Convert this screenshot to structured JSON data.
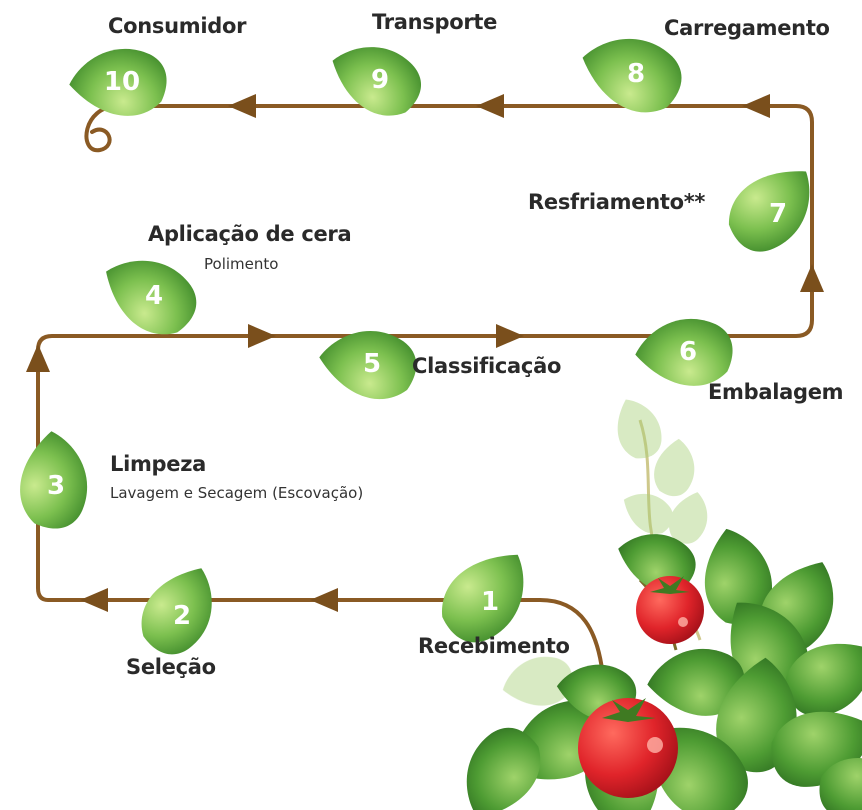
{
  "steps": [
    {
      "number": "1",
      "title": "Recebimento",
      "subtitle": ""
    },
    {
      "number": "2",
      "title": "Seleção",
      "subtitle": ""
    },
    {
      "number": "3",
      "title": "Limpeza",
      "subtitle": "Lavagem e Secagem (Escovação)"
    },
    {
      "number": "4",
      "title": "Aplicação de cera",
      "subtitle": "Polimento"
    },
    {
      "number": "5",
      "title": "Classificação",
      "subtitle": ""
    },
    {
      "number": "6",
      "title": "Embalagem",
      "subtitle": ""
    },
    {
      "number": "7",
      "title": "Resfriamento**",
      "subtitle": ""
    },
    {
      "number": "8",
      "title": "Carregamento",
      "subtitle": ""
    },
    {
      "number": "9",
      "title": "Transporte",
      "subtitle": ""
    },
    {
      "number": "10",
      "title": "Consumidor",
      "subtitle": ""
    }
  ],
  "colors": {
    "vine": "#8a5a24",
    "arrow": "#7a4f1c",
    "leaf": "#7cc04f",
    "leaf_dark": "#4f9a32",
    "tomato": "#e0242a",
    "label_text": "#2a2a2a"
  },
  "icons": [
    "leaf-icon",
    "arrow-icon",
    "tomato-icon",
    "vine-curl-icon"
  ]
}
